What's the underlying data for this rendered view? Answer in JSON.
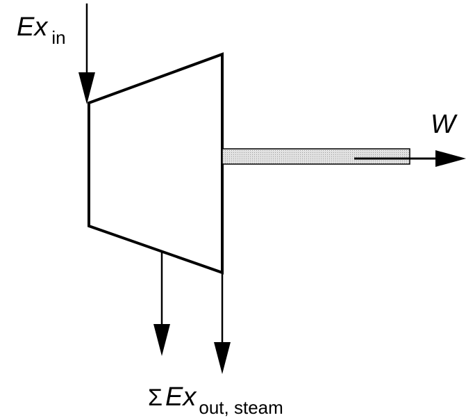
{
  "labels": {
    "ex_in_main": "Ex",
    "ex_in_sub": "in",
    "work": "W",
    "sum_symbol": "Σ",
    "ex_out_main": "Ex",
    "ex_out_sub": "out, steam"
  },
  "colors": {
    "line": "#000000",
    "shaft_fill": "#d4d4d4",
    "background": "#ffffff"
  }
}
